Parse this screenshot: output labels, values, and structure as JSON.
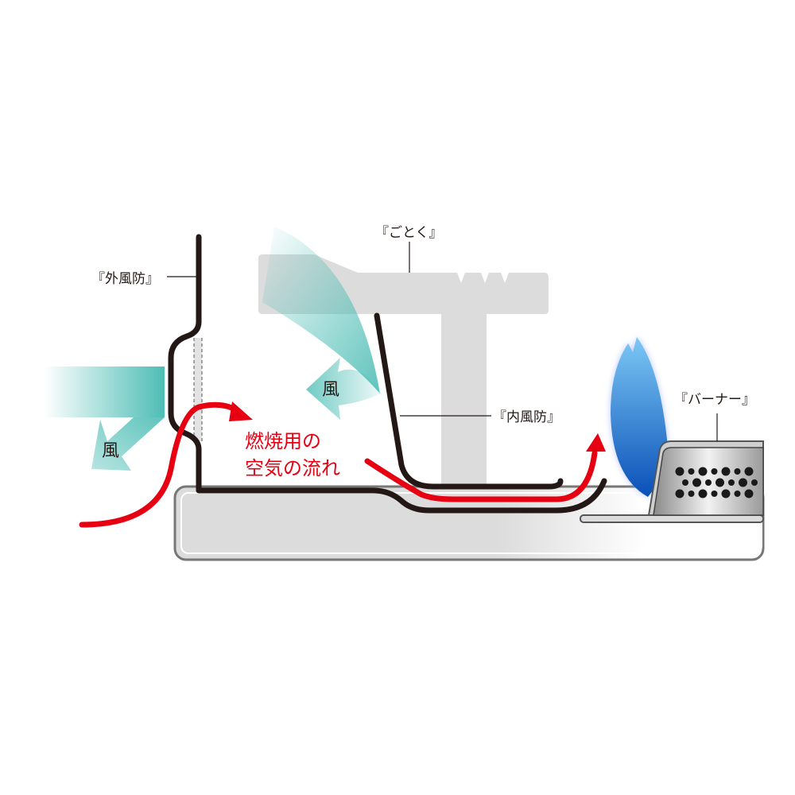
{
  "labels": {
    "outer_windshield": "『外風防』",
    "trivet": "『ごとく』",
    "inner_windshield": "『内風防』",
    "burner": "『バーナー』"
  },
  "wind_label_left": "風",
  "wind_label_center": "風",
  "airflow_label": {
    "line1": "燃焼用の",
    "line2": "空気の流れ"
  },
  "colors": {
    "airflow": "#e60012",
    "wind": "#4dbdb5",
    "structure": "#231815",
    "flame": "#1a6fd0",
    "gray": "#dcdcdc"
  }
}
